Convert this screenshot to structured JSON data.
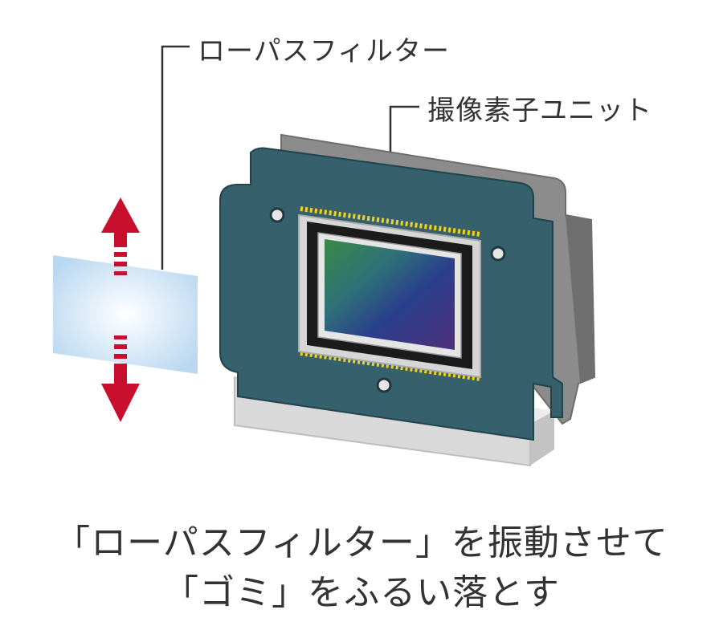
{
  "labels": {
    "low_pass_filter": "ローパスフィルター",
    "image_sensor_unit": "撮像素子ユニット"
  },
  "caption": {
    "line1": "「ローパスフィルター」を振動させて",
    "line2": "「ゴミ」をふるい落とす"
  },
  "colors": {
    "board": "#36606b",
    "frame_gray": "#8c8c8c",
    "base": "#d8d8d8",
    "arrow": "#c8102e",
    "filter": "#bcdaf3",
    "pins": "#f2d21a",
    "text": "#333333"
  },
  "icons": {
    "up_arrow": "up-arrow-icon",
    "down_arrow": "down-arrow-icon"
  }
}
